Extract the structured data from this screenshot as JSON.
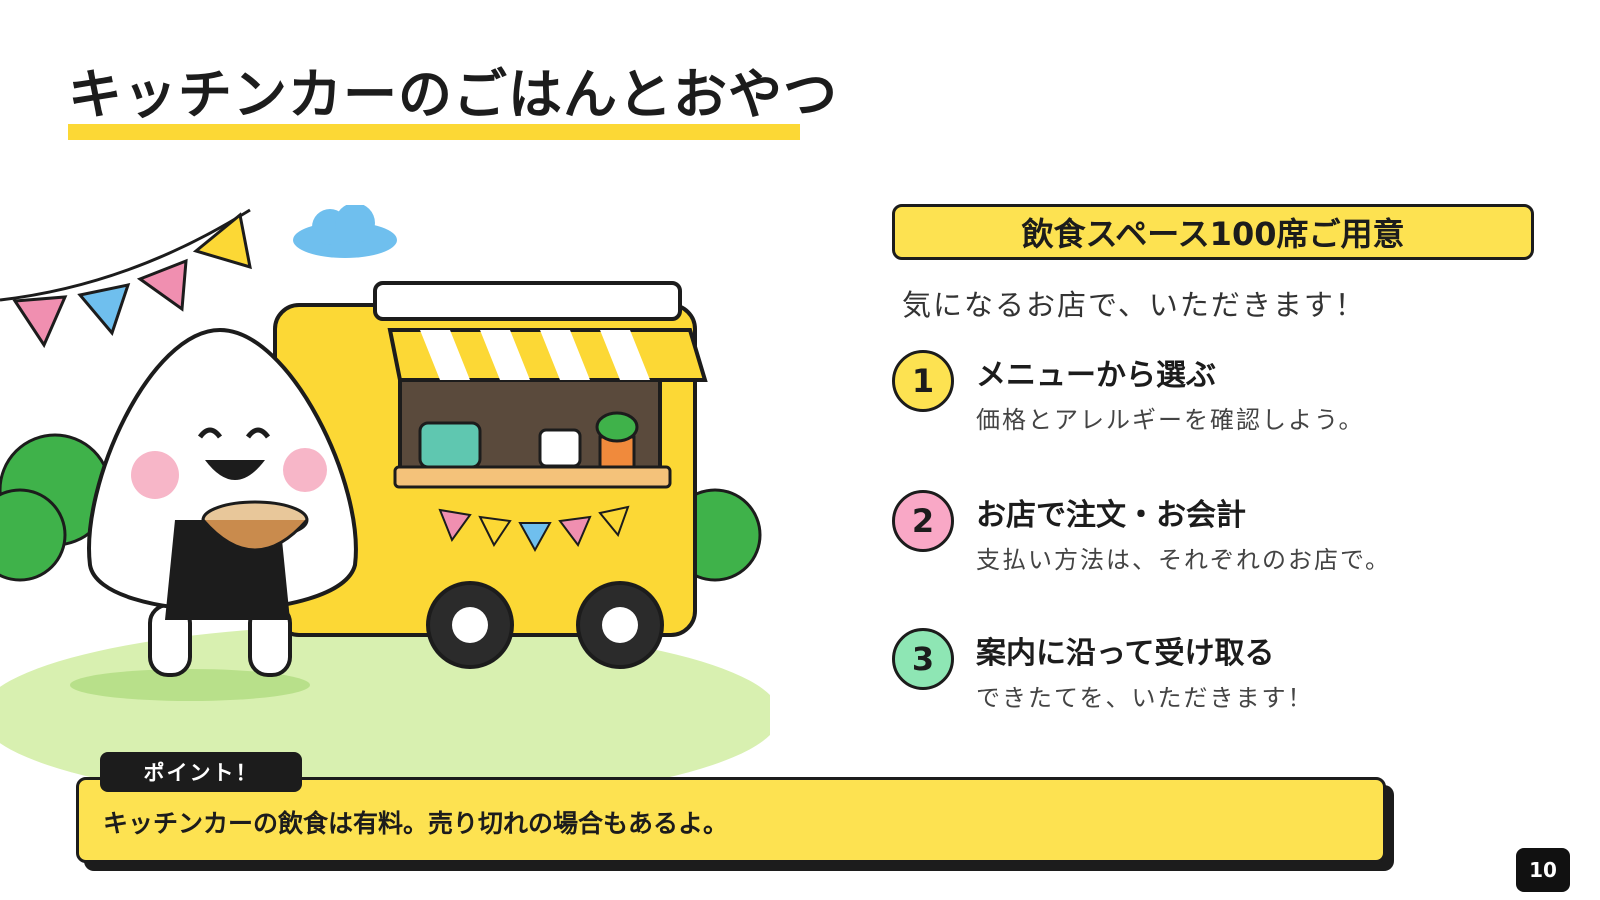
{
  "slide": {
    "title": "キッチンカーのごはんとおやつ",
    "page_number": "10"
  },
  "info": {
    "banner": "飲食スペース100席ご用意",
    "subtitle": "気になるお店で、いただきます！",
    "steps": [
      {
        "number": "1",
        "title": "メニューから選ぶ",
        "description": "価格とアレルギーを確認しよう。",
        "color": "#fde251"
      },
      {
        "number": "2",
        "title": "お店で注文・お会計",
        "description": "支払い方法は、それぞれのお店で。",
        "color": "#f9a8c6"
      },
      {
        "number": "3",
        "title": "案内に沿って受け取る",
        "description": "できたてを、いただきます！",
        "color": "#8ee6b4"
      }
    ]
  },
  "point": {
    "tag": "ポイント！",
    "text": "キッチンカーの飲食は有料。売り切れの場合もあるよ。"
  },
  "colors": {
    "accent_yellow": "#fde251",
    "outline": "#1c1c1c"
  },
  "illustration": {
    "icons": [
      "onigiri-mascot",
      "food-truck",
      "bunting-flags",
      "cloud",
      "trees",
      "soup-bowl"
    ]
  }
}
